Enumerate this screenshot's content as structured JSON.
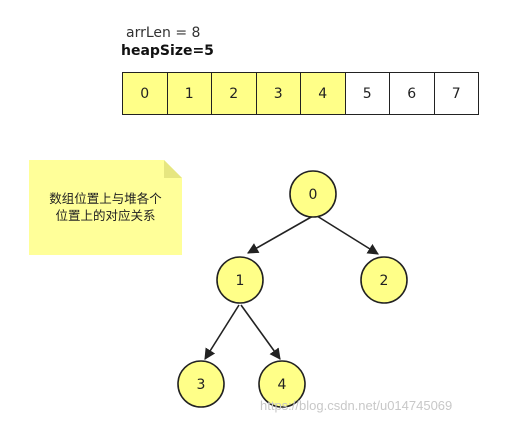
{
  "header": {
    "arr_len": "arrLen = 8",
    "heap_size": "heapSize=5"
  },
  "array": {
    "cells": [
      "0",
      "1",
      "2",
      "3",
      "4",
      "5",
      "6",
      "7"
    ],
    "heap_count": 5
  },
  "note": {
    "line1": "数组位置上与堆各个",
    "line2": "位置上的对应关系"
  },
  "tree": {
    "nodes": [
      "0",
      "1",
      "2",
      "3",
      "4"
    ]
  },
  "colors": {
    "heap_fill": "#ffff88",
    "node_fill": "#ffff88",
    "note_fill": "#ffff99",
    "stroke": "#222222"
  },
  "watermark": "https://blog.csdn.net/u014745069"
}
